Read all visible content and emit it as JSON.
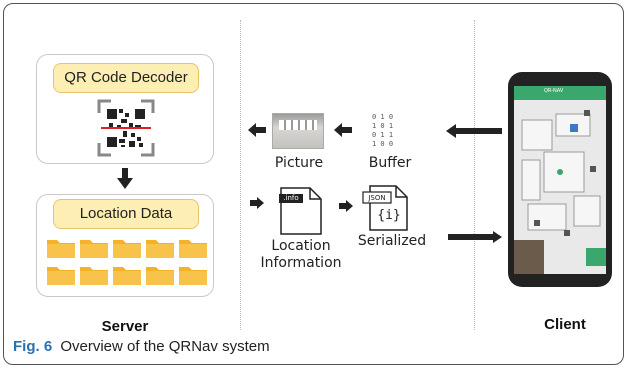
{
  "server": {
    "decoder_title": "QR Code Decoder",
    "location_title": "Location Data",
    "label": "Server"
  },
  "flow": {
    "picture_label": "Picture",
    "buffer_label": "Buffer",
    "location_info_label_1": "Location",
    "location_info_label_2": "Information",
    "serialized_label": "Serialized",
    "info_tag": ".info",
    "json_tag": "JSON",
    "json_symbol": "{i}"
  },
  "client": {
    "label": "Client",
    "phone_header": "QR-NAV"
  },
  "caption": {
    "figure": "Fig. 6",
    "text": "Overview of the QRNav system"
  },
  "colors": {
    "title_fill": "#fdeeb4",
    "folder": "#f3b22a",
    "caption_accent": "#2a6fb0",
    "phone_bar": "#3aa76d"
  }
}
